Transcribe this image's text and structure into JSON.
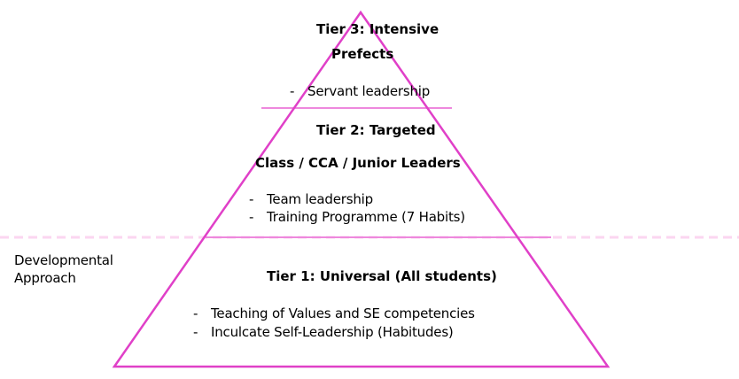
{
  "colors": {
    "pyramid": "#e040c8",
    "divider": "#ee88dd",
    "dashed": "#fbd6f1",
    "text": "#000000"
  },
  "tiers": [
    {
      "title": "Tier 3: Intensive",
      "subtitle": "Prefects",
      "bullets": [
        "Servant leadership"
      ]
    },
    {
      "title": "Tier 2: Targeted",
      "subtitle": "Class / CCA / Junior Leaders",
      "bullets": [
        "Team leadership",
        "Training Programme (7 Habits)"
      ]
    },
    {
      "title": "Tier 1: Universal (All students)",
      "bullets": [
        "Teaching of Values and SE competencies",
        "Inculcate Self-Leadership (Habitudes)"
      ]
    }
  ],
  "side_label": {
    "line1": "Developmental",
    "line2": "Approach"
  },
  "bullet_marker": "-"
}
